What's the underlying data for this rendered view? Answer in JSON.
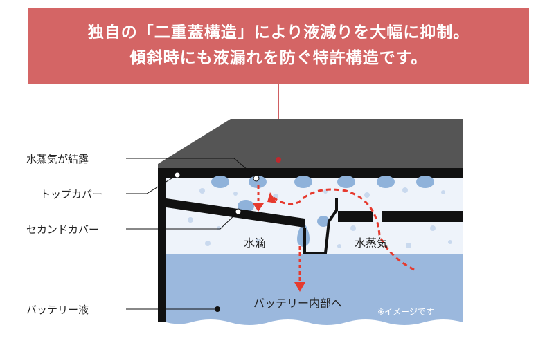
{
  "banner": {
    "line1": "独自の「二重蓋構造」により液減りを大幅に抑制。",
    "line2": "傾斜時にも液漏れを防ぐ特許構造です。"
  },
  "labels": {
    "condensation": "水蒸気が結露",
    "top_cover": "トップカバー",
    "second_cover": "セカンドカバー",
    "battery_fluid": "バッテリー液"
  },
  "inner_labels": {
    "droplet": "水滴",
    "vapor": "水蒸気",
    "to_inside": "バッテリー内部へ"
  },
  "note": "※イメージです",
  "colors": {
    "banner": "#d46565",
    "cover": "#555555",
    "liquid": "#9bb8dd",
    "droplet": "#8fb2da",
    "arrow": "#e63a2e"
  }
}
